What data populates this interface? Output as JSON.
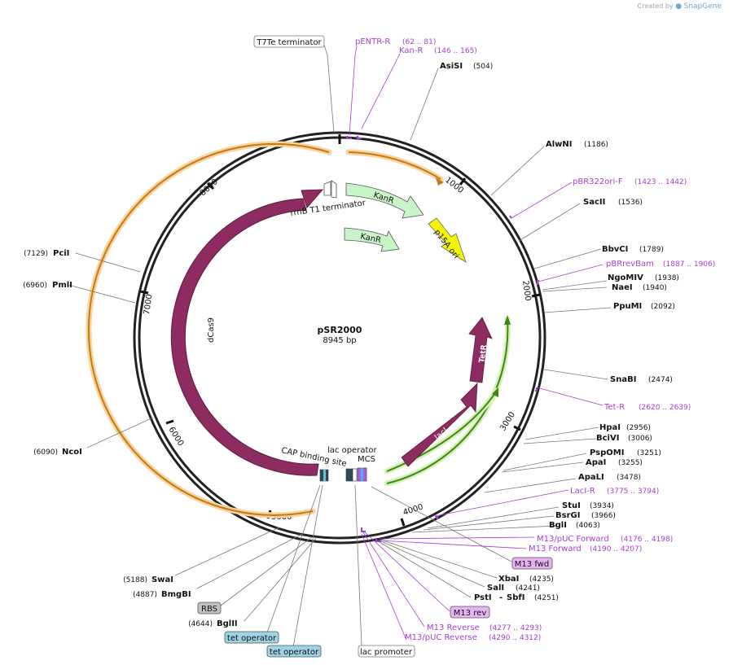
{
  "watermark": {
    "prefix": "Created by",
    "brand": "SnapGene"
  },
  "plasmid": {
    "name": "pSR2000",
    "size_label": "8945 bp"
  },
  "colors": {
    "backbone": "#222222",
    "dcas9": "#8e2c62",
    "kanr": "#c8f5c8",
    "p15a_ori": "#f5f500",
    "green_arc": "#5a9e1e",
    "orange_arc": "#c87a12",
    "primer": "#a43fd1",
    "operator_box": "#9fd3e3",
    "rbs_box": "#c0c0c0",
    "m13_box": "#e6b4f2"
  },
  "ticks": [
    "1000",
    "2000",
    "3000",
    "4000",
    "5000",
    "6000",
    "7000",
    "8000"
  ],
  "features": {
    "dcas9": "dCas9",
    "kanr_outer": "KanR",
    "kanr_inner": "KanR",
    "p15a_ori": "p15A ori",
    "laci": "lacI",
    "tetr": "TetR",
    "rrnb_t1": "rrnB T1 terminator",
    "cap_site": "CAP binding site",
    "lac_operator": "lac operator",
    "mcs": "MCS"
  },
  "sites_right": [
    {
      "name": "AsiSI",
      "pos": "(504)"
    },
    {
      "name": "AlwNI",
      "pos": "(1186)"
    },
    {
      "name": "SacII",
      "pos": "(1536)"
    },
    {
      "name": "BbvCI",
      "pos": "(1789)"
    },
    {
      "name": "NgoMIV",
      "pos": "(1938)"
    },
    {
      "name": "NaeI",
      "pos": "(1940)"
    },
    {
      "name": "PpuMI",
      "pos": "(2092)"
    },
    {
      "name": "SnaBI",
      "pos": "(2474)"
    },
    {
      "name": "HpaI",
      "pos": "(2956)"
    },
    {
      "name": "BciVI",
      "pos": "(3006)"
    },
    {
      "name": "PspOMI",
      "pos": "(3251)"
    },
    {
      "name": "ApaI",
      "pos": "(3255)"
    },
    {
      "name": "ApaLI",
      "pos": "(3478)"
    },
    {
      "name": "StuI",
      "pos": "(3934)"
    },
    {
      "name": "BsrGI",
      "pos": "(3966)"
    },
    {
      "name": "BglI",
      "pos": "(4063)"
    },
    {
      "name": "XbaI",
      "pos": "(4235)"
    },
    {
      "name": "SalI",
      "pos": "(4241)"
    },
    {
      "name": "PstI",
      "pos": "(4251)"
    },
    {
      "name": "SbfI",
      "pos": ""
    }
  ],
  "sites_left": [
    {
      "name": "PciI",
      "pos": "(7129)"
    },
    {
      "name": "PmlI",
      "pos": "(6960)"
    },
    {
      "name": "NcoI",
      "pos": "(6090)"
    },
    {
      "name": "SwaI",
      "pos": "(5188)"
    },
    {
      "name": "BmgBI",
      "pos": "(4887)"
    },
    {
      "name": "BglII",
      "pos": "(4644)"
    }
  ],
  "primers": [
    {
      "name": "pENTR-R",
      "pos": "(62 .. 81)"
    },
    {
      "name": "Kan-R",
      "pos": "(146 .. 165)"
    },
    {
      "name": "pBR322ori-F",
      "pos": "(1423 .. 1442)"
    },
    {
      "name": "pBRrevBam",
      "pos": "(1887 .. 1906)"
    },
    {
      "name": "Tet-R",
      "pos": "(2620 .. 2639)"
    },
    {
      "name": "LacI-R",
      "pos": "(3775 .. 3794)"
    },
    {
      "name": "M13/pUC Forward",
      "pos": "(4176 .. 4198)"
    },
    {
      "name": "M13 Forward",
      "pos": "(4190 .. 4207)"
    },
    {
      "name": "M13 Reverse",
      "pos": "(4277 .. 4293)"
    },
    {
      "name": "M13/pUC Reverse",
      "pos": "(4290 .. 4312)"
    }
  ],
  "boxed_labels": {
    "t7te": "T7Te terminator",
    "m13_fwd": "M13 fwd",
    "m13_rev": "M13 rev",
    "rbs": "RBS",
    "tet_op_1": "tet operator",
    "tet_op_2": "tet operator",
    "lac_promoter": "lac promoter"
  }
}
